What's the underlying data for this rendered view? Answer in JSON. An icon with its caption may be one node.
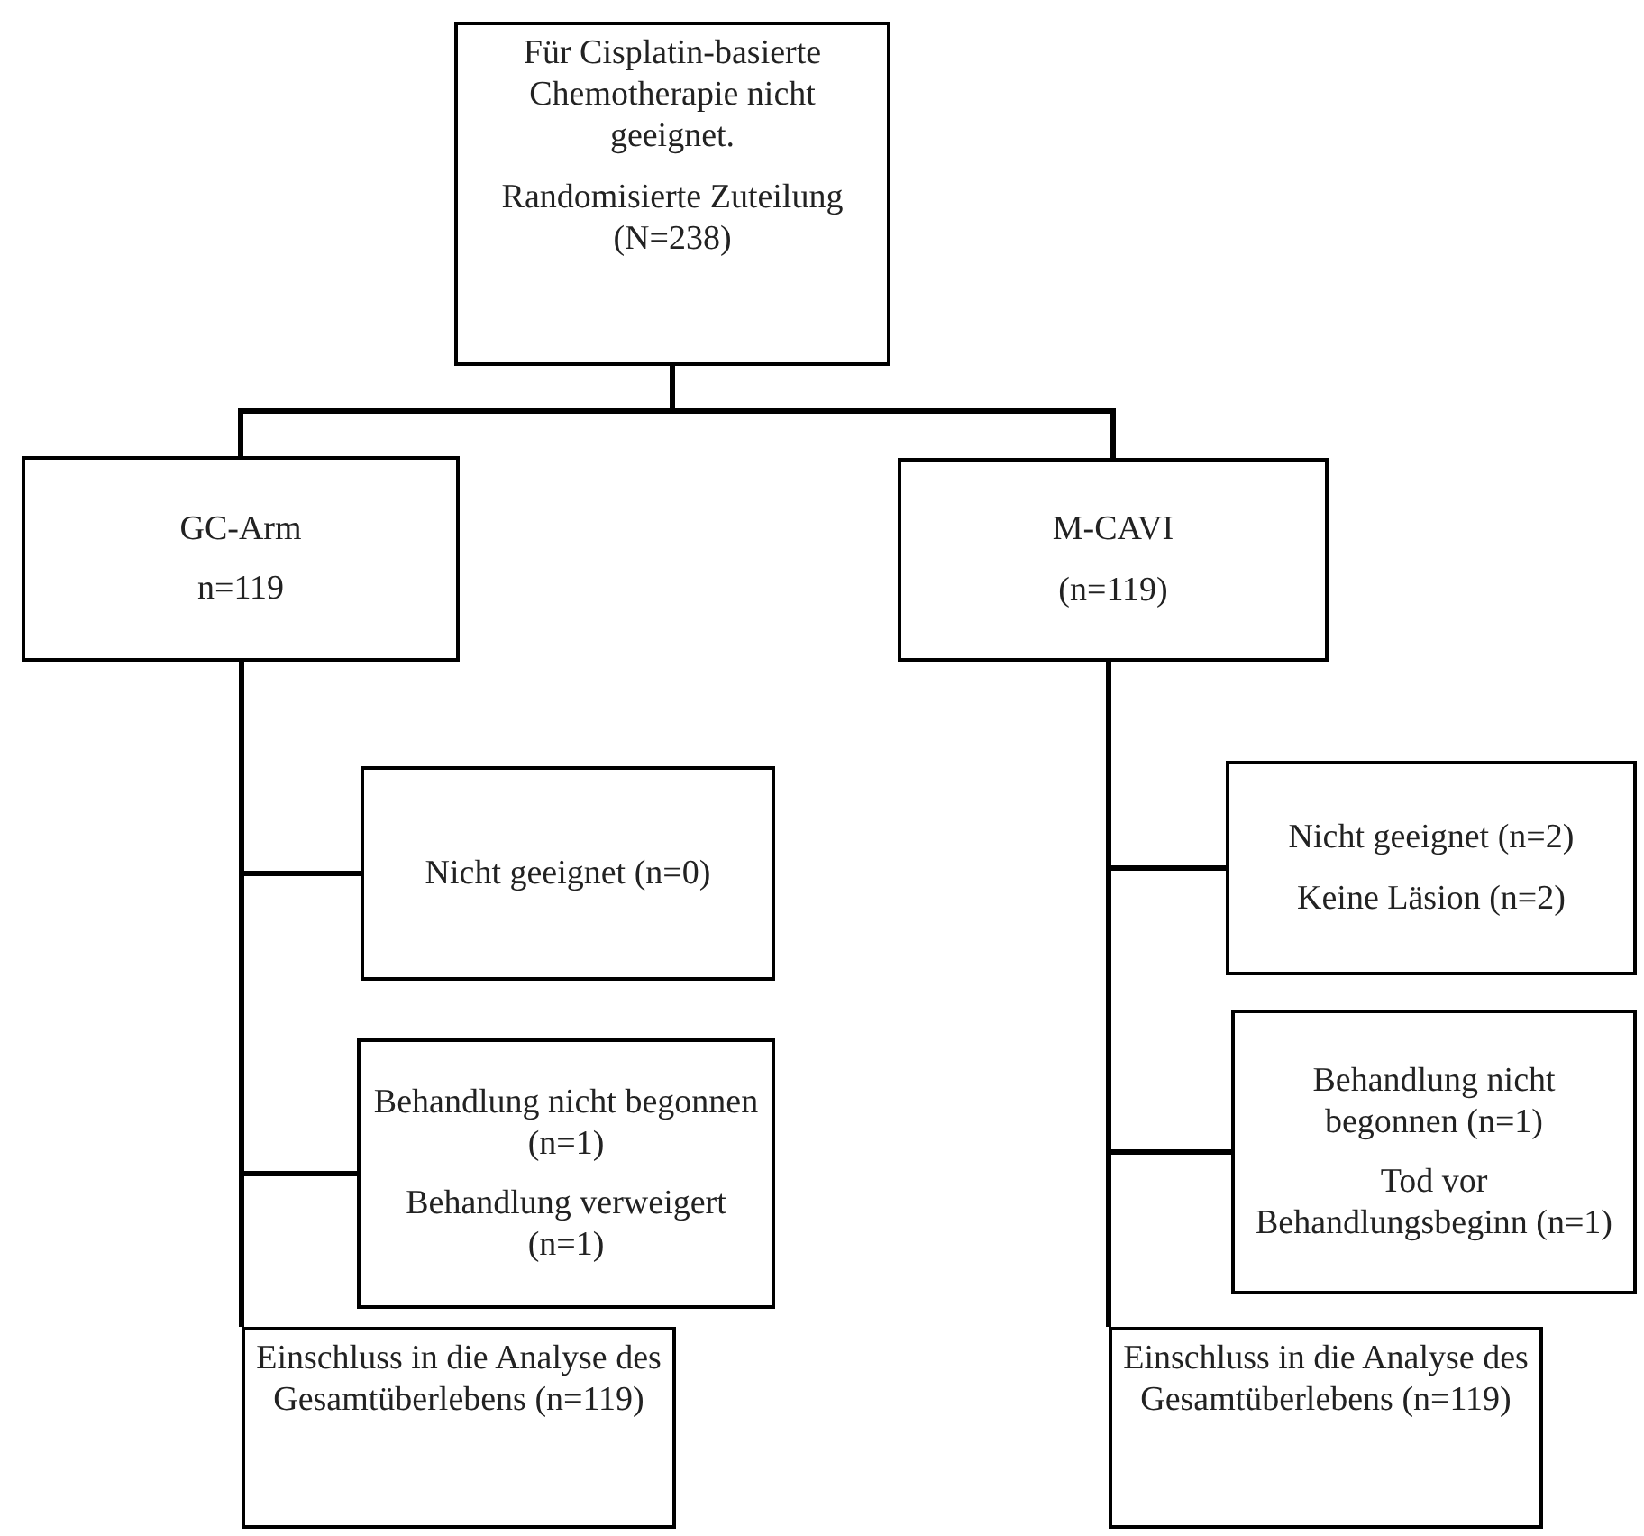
{
  "diagram": {
    "nodes": [
      {
        "text": [
          "Für Cisplatin-basierte Chemotherapie nicht geeignet.",
          "Randomisierte Zuteilung (N=238)"
        ]
      },
      {
        "text": [
          "GC-Arm",
          "n=119"
        ]
      },
      {
        "text": [
          "M-CAVI",
          "(n=119)"
        ]
      },
      {
        "text": [
          "Nicht geeignet (n=0)"
        ]
      },
      {
        "text": [
          "Behandlung nicht begonnen (n=1)",
          "Behandlung verweigert (n=1)"
        ]
      },
      {
        "text": [
          "Einschluss in die Analyse des Gesamtüberlebens (n=119)"
        ]
      },
      {
        "text": [
          "Nicht geeignet (n=2)",
          "Keine Läsion (n=2)"
        ]
      },
      {
        "text": [
          "Behandlung nicht begonnen (n=1)",
          "Tod vor Behandlungsbeginn (n=1)"
        ]
      },
      {
        "text": [
          "Einschluss in die Analyse des Gesamtüberlebens (n=119)"
        ]
      }
    ],
    "edges": [
      {
        "from": 0,
        "to": 1,
        "arrow": "none"
      },
      {
        "from": 0,
        "to": 2,
        "arrow": "none"
      },
      {
        "from": 1,
        "to": 3,
        "arrow": "none"
      },
      {
        "from": 1,
        "to": 4,
        "arrow": "none"
      },
      {
        "from": 1,
        "to": 5,
        "arrow": "none"
      },
      {
        "from": 2,
        "to": 6,
        "arrow": "none"
      },
      {
        "from": 2,
        "to": 7,
        "arrow": "none"
      },
      {
        "from": 2,
        "to": 8,
        "arrow": "none"
      }
    ]
  }
}
